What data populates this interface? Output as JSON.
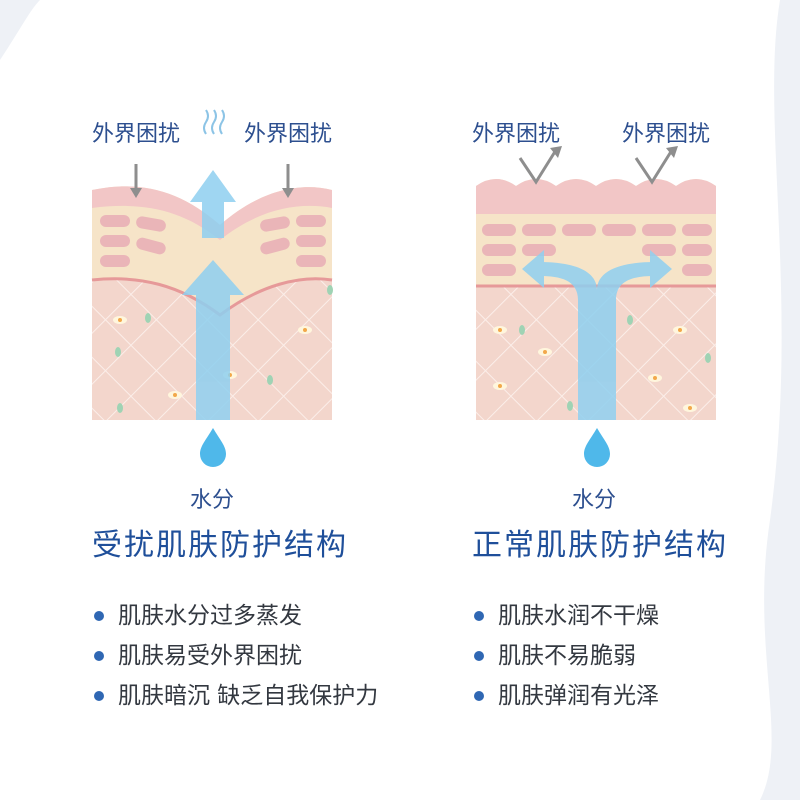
{
  "colors": {
    "title": "#1f4f9a",
    "bullet_dot": "#2f67b3",
    "arrow_blue": "#7ec8ee",
    "epidermis": "#f2c4c4",
    "dermis": "#f4d8cf",
    "water_drop": "#4fb8ea"
  },
  "left_panel": {
    "external_label_1": "外界困扰",
    "external_label_2": "外界困扰",
    "water_label": "水分",
    "title": "受扰肌肤防护结构",
    "bullets": [
      "肌肤水分过多蒸发",
      "肌肤易受外界困扰",
      "肌肤暗沉 缺乏自我保护力"
    ]
  },
  "right_panel": {
    "external_label_1": "外界困扰",
    "external_label_2": "外界困扰",
    "water_label": "水分",
    "title": "正常肌肤防护结构",
    "bullets": [
      "肌肤水润不干燥",
      "肌肤不易脆弱",
      "肌肤弹润有光泽"
    ]
  },
  "icons": [
    "arrow-down-icon",
    "arrow-up-icon",
    "wave-heat-icon",
    "water-drop-icon",
    "deflect-arrow-icon",
    "bullet-dot-icon"
  ]
}
